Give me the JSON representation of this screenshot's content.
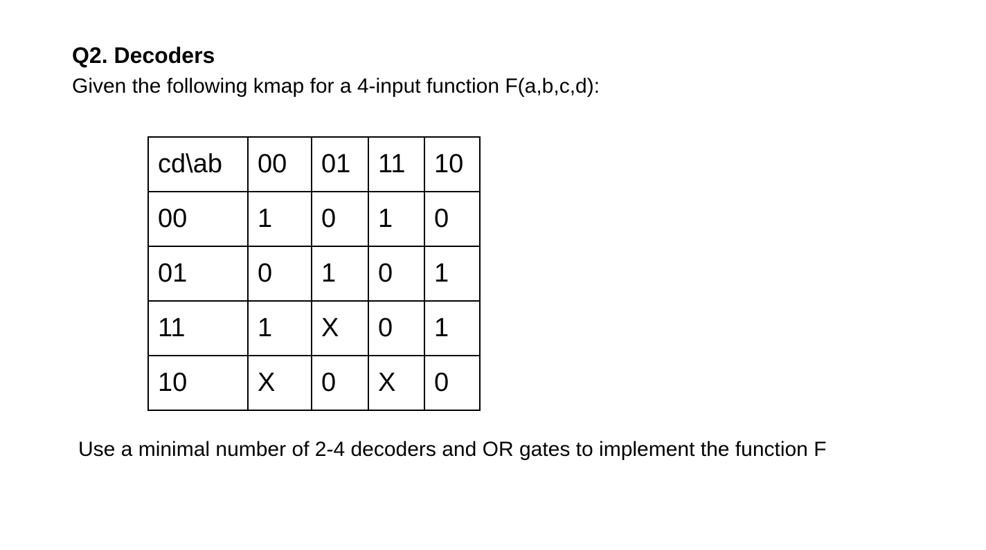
{
  "page": {
    "background_color": "#ffffff",
    "text_color": "#000000",
    "table_border_color": "#000000"
  },
  "document": {
    "heading": "Q2. Decoders",
    "intro": "Given the following kmap for a 4-input function F(a,b,c,d):",
    "instruction": "Use a minimal number of 2-4 decoders and OR gates to implement the function F"
  },
  "kmap_table": {
    "corner_label": "cd\\ab",
    "column_headers": [
      "00",
      "01",
      "11",
      "10"
    ],
    "rows": [
      {
        "label": "00",
        "cells": [
          "1",
          "0",
          "1",
          "0"
        ]
      },
      {
        "label": "01",
        "cells": [
          "0",
          "1",
          "0",
          "1"
        ]
      },
      {
        "label": "11",
        "cells": [
          "1",
          "X",
          "0",
          "1"
        ]
      },
      {
        "label": "10",
        "cells": [
          "X",
          "0",
          "X",
          "0"
        ]
      }
    ]
  }
}
